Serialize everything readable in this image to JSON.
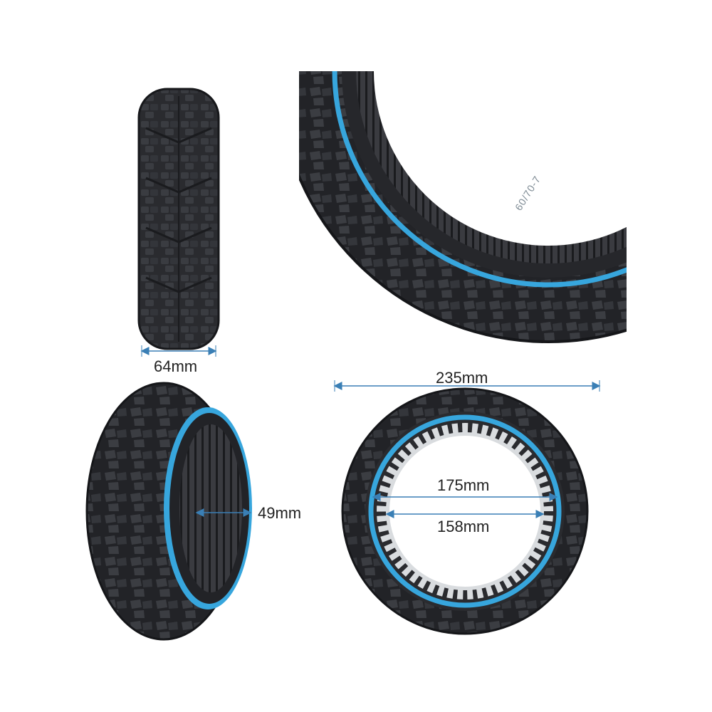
{
  "product": {
    "views": [
      "tread-front",
      "rim-closeup",
      "angled-side",
      "side-profile"
    ],
    "accent_color": "#37a6dd",
    "rubber_color": "#1e1f22"
  },
  "dimensions": {
    "tread_width": "64mm",
    "outer_diameter": "235mm",
    "sidewall_thickness": "49mm",
    "inner_diameter_outer": "175mm",
    "inner_diameter_inner": "158mm"
  },
  "sidewall_text": "60/70-7"
}
